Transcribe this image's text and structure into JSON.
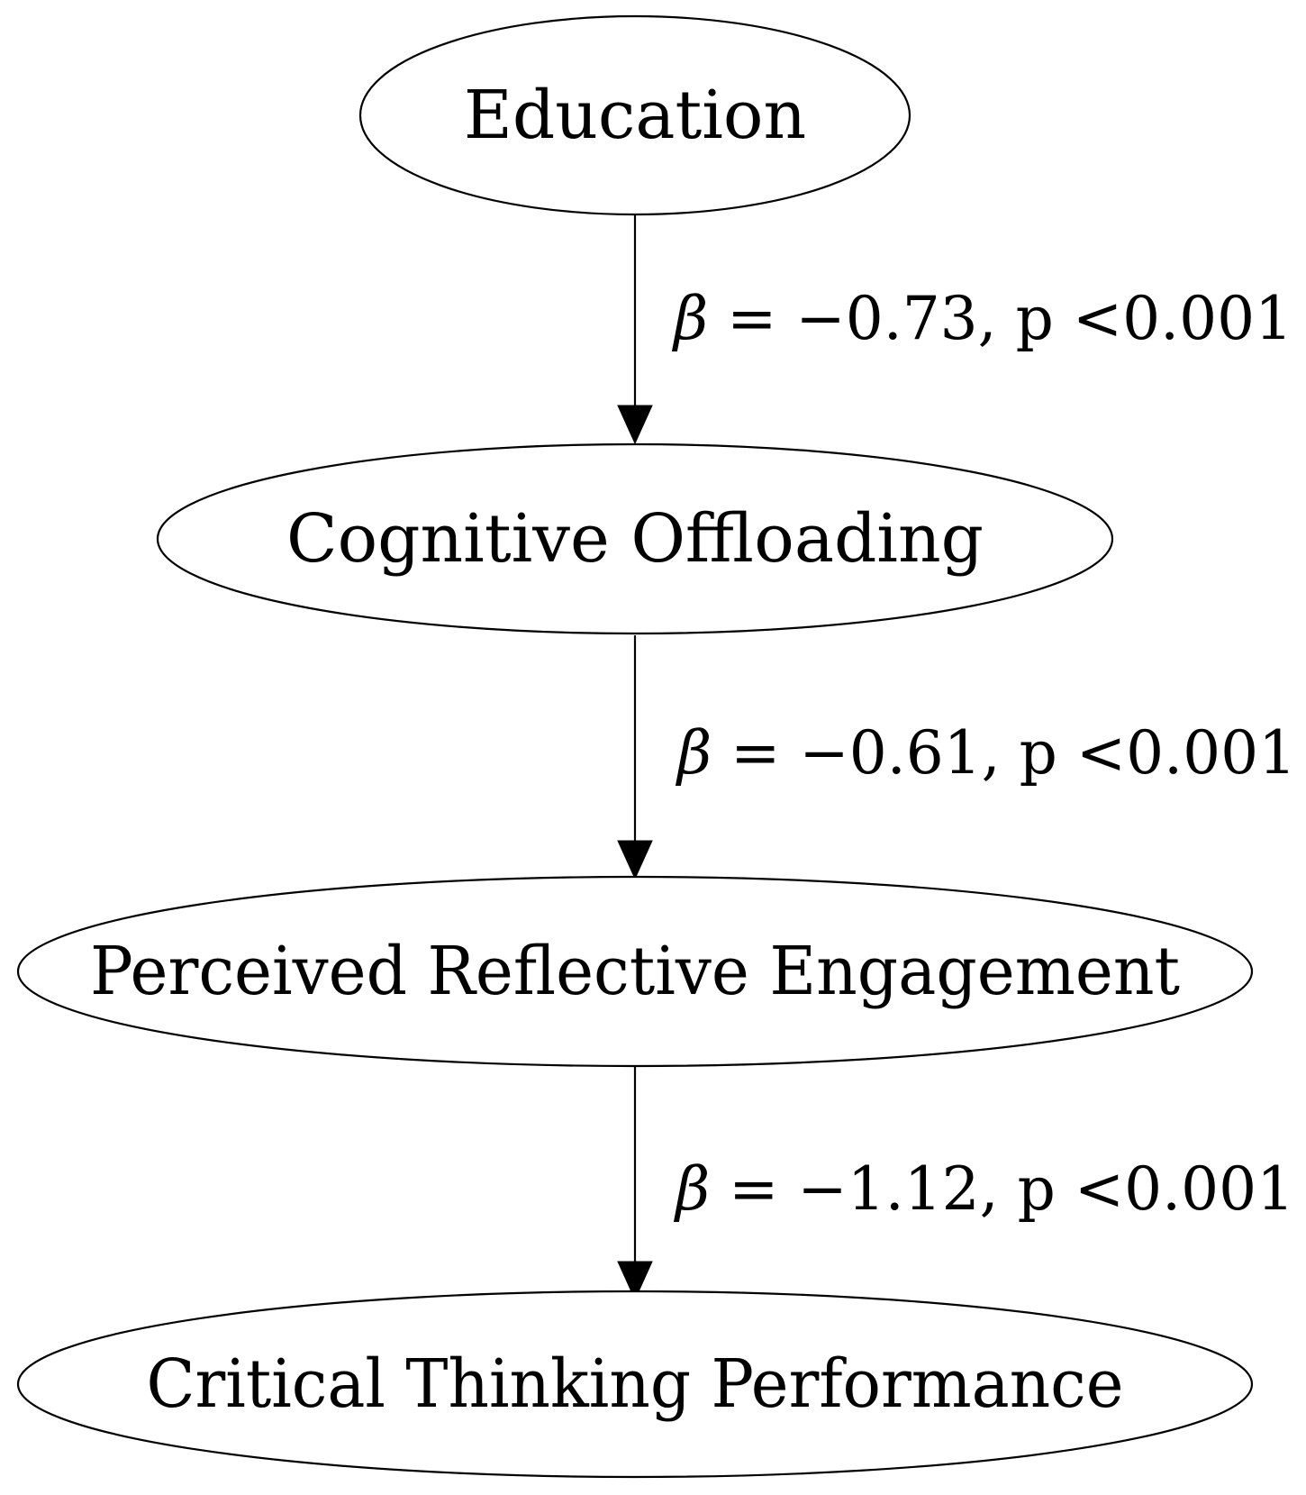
{
  "nodes": [
    {
      "id": "education",
      "label": "Education"
    },
    {
      "id": "cognitive-offloading",
      "label": "Cognitive Offloading"
    },
    {
      "id": "perceived-reflective-engagement",
      "label": "Perceived Reflective Engagement"
    },
    {
      "id": "critical-thinking-performance",
      "label": "Critical Thinking Performance"
    }
  ],
  "edges": [
    {
      "from": "education",
      "to": "cognitive-offloading",
      "symbol": "β",
      "label": " = −0.73, p <0.001"
    },
    {
      "from": "cognitive-offloading",
      "to": "perceived-reflective-engagement",
      "symbol": "β",
      "label": " = −0.61, p <0.001"
    },
    {
      "from": "perceived-reflective-engagement",
      "to": "critical-thinking-performance",
      "symbol": "β",
      "label": " = −1.12, p <0.001"
    }
  ],
  "colors": {
    "stroke": "#000000",
    "background": "#ffffff"
  }
}
